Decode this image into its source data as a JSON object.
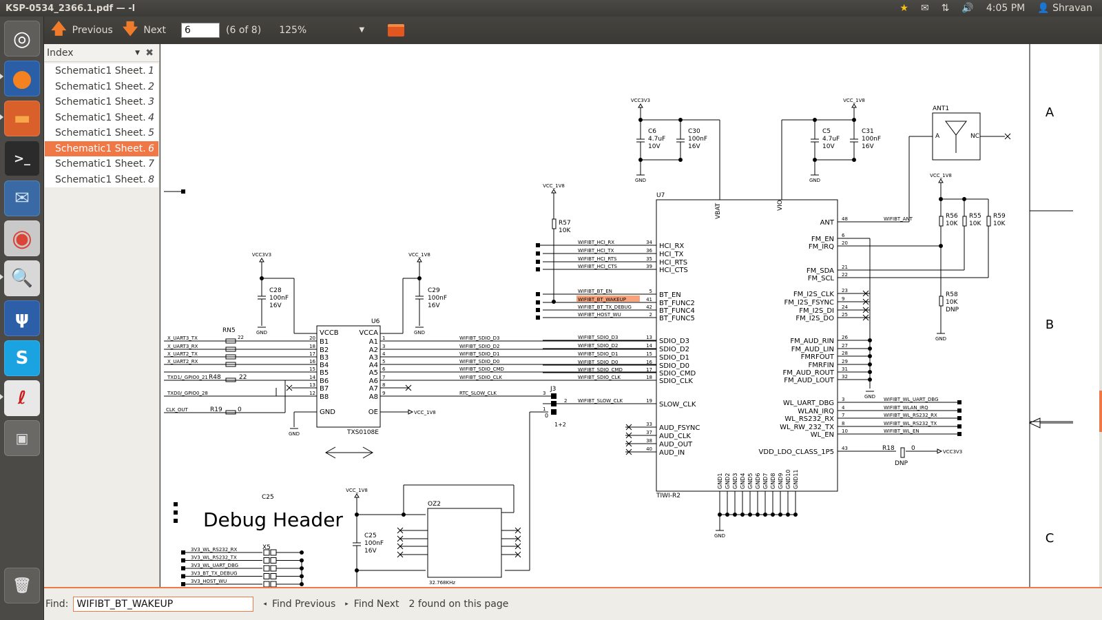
{
  "window": {
    "title": "KSP-0534_2366.1.pdf — -l"
  },
  "panel": {
    "time": "4:05 PM",
    "user": "Shravan"
  },
  "toolbar": {
    "previous_label": "Previous",
    "next_label": "Next",
    "page_value": "6",
    "page_count": "(6 of 8)",
    "zoom": "125%"
  },
  "sidebar": {
    "title": "Index",
    "items": [
      {
        "label": "Schematic1 Sheet...",
        "page": "1"
      },
      {
        "label": "Schematic1 Sheet...",
        "page": "2"
      },
      {
        "label": "Schematic1 Sheet...",
        "page": "3"
      },
      {
        "label": "Schematic1 Sheet...",
        "page": "4"
      },
      {
        "label": "Schematic1 Sheet...",
        "page": "5"
      },
      {
        "label": "Schematic1 Sheet...",
        "page": "6"
      },
      {
        "label": "Schematic1 Sheet...",
        "page": "7"
      },
      {
        "label": "Schematic1 Sheet...",
        "page": "8"
      }
    ]
  },
  "findbar": {
    "label": "Find:",
    "value": "WIFIBT_BT_WAKEUP",
    "find_previous": "Find Previous",
    "find_next": "Find Next",
    "status": "2 found on this page"
  },
  "schematic": {
    "zones": [
      "A",
      "B",
      "C"
    ],
    "title": "Debug Header",
    "u7": {
      "ref": "U7",
      "part": "TIWI-R2",
      "vbat": "VBAT",
      "vio": "VIO"
    },
    "u6": {
      "ref": "U6",
      "part": "TXS0108E",
      "vccb": "VCCB",
      "vcca": "VCCA",
      "gnd": "GND",
      "oe": "OE"
    },
    "oz2": {
      "ref": "OZ2",
      "freq": "32.768KHz"
    },
    "ant1": {
      "ref": "ANT1",
      "a": "A",
      "nc": "NC"
    },
    "rails": {
      "v33": "VCC3V3",
      "v18": "VCC_1V8",
      "gnd": "GND"
    },
    "caps": [
      {
        "ref": "C6",
        "value": "4.7uF",
        "volt": "10V"
      },
      {
        "ref": "C30",
        "value": "100nF",
        "volt": "16V"
      },
      {
        "ref": "C5",
        "value": "4.7uF",
        "volt": "10V"
      },
      {
        "ref": "C31",
        "value": "100nF",
        "volt": "16V"
      },
      {
        "ref": "C28",
        "value": "100nF",
        "volt": "16V"
      },
      {
        "ref": "C29",
        "value": "100nF",
        "volt": "16V"
      },
      {
        "ref": "C25",
        "value": "100nF",
        "volt": "16V"
      }
    ],
    "resistors": [
      {
        "ref": "R57",
        "value": "10K"
      },
      {
        "ref": "R56",
        "value": "10K"
      },
      {
        "ref": "R55",
        "value": "10K"
      },
      {
        "ref": "R59",
        "value": "10K"
      },
      {
        "ref": "R58",
        "value": "10K",
        "note": "DNP"
      },
      {
        "ref": "R18",
        "value": "0",
        "note": "DNP"
      },
      {
        "ref": "R48",
        "value": "22"
      },
      {
        "ref": "R19",
        "value": "0"
      },
      {
        "ref": "RN5",
        "value": "22"
      }
    ],
    "u7_left_pins": [
      {
        "net": "WIFIBT_HCI_RX",
        "num": "34",
        "pin": "HCI_RX"
      },
      {
        "net": "WIFIBT_HCI_TX",
        "num": "36",
        "pin": "HCI_TX"
      },
      {
        "net": "WIFIBT_HCI_RTS",
        "num": "35",
        "pin": "HCI_RTS"
      },
      {
        "net": "WIFIBT_HCI_CTS",
        "num": "39",
        "pin": "HCI_CTS"
      },
      {
        "net": "WIFIBT_BT_EN",
        "num": "5",
        "pin": "BT_EN"
      },
      {
        "net": "WIFIBT_BT_WAKEUP",
        "num": "41",
        "pin": "BT_FUNC2"
      },
      {
        "net": "WIFIBT_BT_TX_DEBUG",
        "num": "42",
        "pin": "BT_FUNC4"
      },
      {
        "net": "WIFIBT_HOST_WU",
        "num": "2",
        "pin": "BT_FUNC5"
      },
      {
        "net": "WIFIBT_SDIO_D3",
        "num": "13",
        "pin": "SDIO_D3"
      },
      {
        "net": "WIFIBT_SDIO_D2",
        "num": "14",
        "pin": "SDIO_D2"
      },
      {
        "net": "WIFIBT_SDIO_D1",
        "num": "15",
        "pin": "SDIO_D1"
      },
      {
        "net": "WIFIBT_SDIO_D0",
        "num": "16",
        "pin": "SDIO_D0"
      },
      {
        "net": "WIFIBT_SDIO_CMD",
        "num": "17",
        "pin": "SDIO_CMD"
      },
      {
        "net": "WIFIBT_SDIO_CLK",
        "num": "18",
        "pin": "SDIO_CLK"
      },
      {
        "net": "WIFIBT_SLOW_CLK",
        "num": "19",
        "pin": "SLOW_CLK"
      },
      {
        "net": "",
        "num": "33",
        "pin": "AUD_FSYNC"
      },
      {
        "net": "",
        "num": "37",
        "pin": "AUD_CLK"
      },
      {
        "net": "",
        "num": "38",
        "pin": "AUD_OUT"
      },
      {
        "net": "",
        "num": "40",
        "pin": "AUD_IN"
      }
    ],
    "u7_right_pins": [
      {
        "pin": "ANT",
        "num": "48",
        "net": "WIFIBT_ANT"
      },
      {
        "pin": "FM_EN",
        "num": "6",
        "net": ""
      },
      {
        "pin": "FM_IRQ",
        "num": "20",
        "net": ""
      },
      {
        "pin": "FM_SDA",
        "num": "21",
        "net": ""
      },
      {
        "pin": "FM_SCL",
        "num": "22",
        "net": ""
      },
      {
        "pin": "FM_I2S_CLK",
        "num": "23",
        "net": ""
      },
      {
        "pin": "FM_I2S_FSYNC",
        "num": "9",
        "net": ""
      },
      {
        "pin": "FM_I2S_DI",
        "num": "24",
        "net": ""
      },
      {
        "pin": "FM_I2S_DO",
        "num": "25",
        "net": ""
      },
      {
        "pin": "FM_AUD_RIN",
        "num": "26",
        "net": ""
      },
      {
        "pin": "FM_AUD_LIN",
        "num": "27",
        "net": ""
      },
      {
        "pin": "FMRFOUT",
        "num": "28",
        "net": ""
      },
      {
        "pin": "FMRFIN",
        "num": "29",
        "net": ""
      },
      {
        "pin": "FM_AUD_ROUT",
        "num": "31",
        "net": ""
      },
      {
        "pin": "FM_AUD_LOUT",
        "num": "32",
        "net": ""
      },
      {
        "pin": "WL_UART_DBG",
        "num": "3",
        "net": "WIFIBT_WL_UART_DBG"
      },
      {
        "pin": "WLAN_IRQ",
        "num": "4",
        "net": "WIFIBT_WLAN_IRQ"
      },
      {
        "pin": "WL_RS232_RX",
        "num": "7",
        "net": "WIFIBT_WL_RS232_RX"
      },
      {
        "pin": "WL_RW_232_TX",
        "num": "8",
        "net": "WIFIBT_WL_RS232_TX"
      },
      {
        "pin": "WL_EN",
        "num": "10",
        "net": "WIFIBT_WL_EN"
      },
      {
        "pin": "VDD_LDO_CLASS_1P5",
        "num": "43",
        "net": ""
      }
    ],
    "u6_left": [
      {
        "net": "X_UART3_TX",
        "num": "20",
        "pin": "B1"
      },
      {
        "net": "X_UART3_RX",
        "num": "18",
        "pin": "B2"
      },
      {
        "net": "X_UART2_TX",
        "num": "17",
        "pin": "B3"
      },
      {
        "net": "X_UART2_RX",
        "num": "16",
        "pin": "B4"
      },
      {
        "net": "",
        "num": "15",
        "pin": "B5"
      },
      {
        "net": "TXD1/_GPIO0_21",
        "num": "14",
        "pin": "B6"
      },
      {
        "net": "",
        "num": "13",
        "pin": "B7"
      },
      {
        "net": "TXD0/_GPIO0_28",
        "num": "12",
        "pin": "B8"
      }
    ],
    "u6_right": [
      {
        "pin": "A1",
        "num": "1"
      },
      {
        "pin": "A2",
        "num": "3"
      },
      {
        "pin": "A3",
        "num": "4"
      },
      {
        "pin": "A4",
        "num": "5"
      },
      {
        "pin": "A5",
        "num": "6"
      },
      {
        "pin": "A6",
        "num": "7"
      },
      {
        "pin": "A7",
        "num": "8"
      },
      {
        "pin": "A8",
        "num": "9"
      }
    ],
    "misc": {
      "rtc_slow_clk": "RTC_SLOW_CLK",
      "clk_out": "CLK_OUT",
      "j3": "J3",
      "j3_note": "1+2",
      "x5": "X5",
      "u7_gnd_pins": [
        "GND1",
        "GND2",
        "GND3",
        "GND4",
        "GND5",
        "GND6",
        "GND7",
        "GND8",
        "GND9",
        "GND10",
        "GND11"
      ],
      "debug_nets": [
        "3V3_WL_RS232_RX",
        "3V3_WL_RS232_TX",
        "3V3_WL_UART_DBG",
        "3V3_BT_TX_DEBUG",
        "3V3_HOST_WU"
      ]
    }
  }
}
